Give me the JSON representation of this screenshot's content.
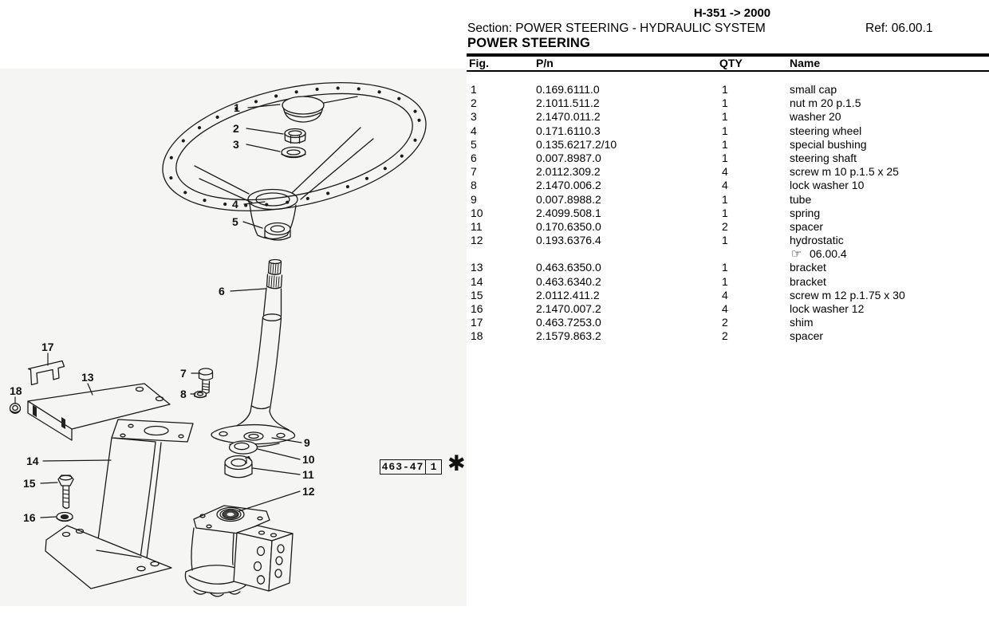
{
  "header": {
    "model": "H-351 -> 2000",
    "section": "Section: POWER STEERING - HYDRAULIC SYSTEM",
    "ref": "Ref: 06.00.1",
    "title": "POWER STEERING"
  },
  "table": {
    "headers": {
      "fig": "Fig.",
      "pn": "P/n",
      "qty": "QTY",
      "name": "Name"
    },
    "rows": [
      {
        "fig": "1",
        "pn": "0.169.6111.0",
        "qty": "1",
        "name": "small cap"
      },
      {
        "fig": "2",
        "pn": "2.1011.511.2",
        "qty": "1",
        "name": "nut m 20 p.1.5"
      },
      {
        "fig": "3",
        "pn": "2.1470.011.2",
        "qty": "1",
        "name": "washer 20"
      },
      {
        "fig": "4",
        "pn": "0.171.6110.3",
        "qty": "1",
        "name": "steering wheel"
      },
      {
        "fig": "5",
        "pn": "0.135.6217.2/10",
        "qty": "1",
        "name": "special bushing"
      },
      {
        "fig": "6",
        "pn": "0.007.8987.0",
        "qty": "1",
        "name": "steering shaft"
      },
      {
        "fig": "7",
        "pn": "2.0112.309.2",
        "qty": "4",
        "name": "screw m 10 p.1.5 x 25"
      },
      {
        "fig": "8",
        "pn": "2.1470.006.2",
        "qty": "4",
        "name": "lock washer 10"
      },
      {
        "fig": "9",
        "pn": "0.007.8988.2",
        "qty": "1",
        "name": "tube"
      },
      {
        "fig": "10",
        "pn": "2.4099.508.1",
        "qty": "1",
        "name": "spring"
      },
      {
        "fig": "11",
        "pn": "0.170.6350.0",
        "qty": "2",
        "name": "spacer"
      },
      {
        "fig": "12",
        "pn": "0.193.6376.4",
        "qty": "1",
        "name": "hydrostatic",
        "note_icon": "☞",
        "note": "06.00.4"
      },
      {
        "fig": "13",
        "pn": "0.463.6350.0",
        "qty": "1",
        "name": "bracket"
      },
      {
        "fig": "14",
        "pn": "0.463.6340.2",
        "qty": "1",
        "name": "bracket"
      },
      {
        "fig": "15",
        "pn": "2.0112.411.2",
        "qty": "4",
        "name": "screw m 12 p.1.75 x 30"
      },
      {
        "fig": "16",
        "pn": "2.1470.007.2",
        "qty": "4",
        "name": "lock washer 12"
      },
      {
        "fig": "17",
        "pn": "0.463.7253.0",
        "qty": "2",
        "name": "shim"
      },
      {
        "fig": "18",
        "pn": "2.1579.863.2",
        "qty": "2",
        "name": "spacer"
      }
    ]
  },
  "diagram": {
    "callouts": [
      "1",
      "2",
      "3",
      "4",
      "5",
      "6",
      "7",
      "8",
      "9",
      "10",
      "11",
      "12",
      "13",
      "14",
      "15",
      "16",
      "17",
      "18"
    ],
    "ref_box": {
      "code": "463-47",
      "sheet": "1"
    },
    "footnote_symbol": "✱",
    "colors": {
      "panel_bg": "#f5f5f3",
      "line": "#1a1a1a"
    }
  }
}
